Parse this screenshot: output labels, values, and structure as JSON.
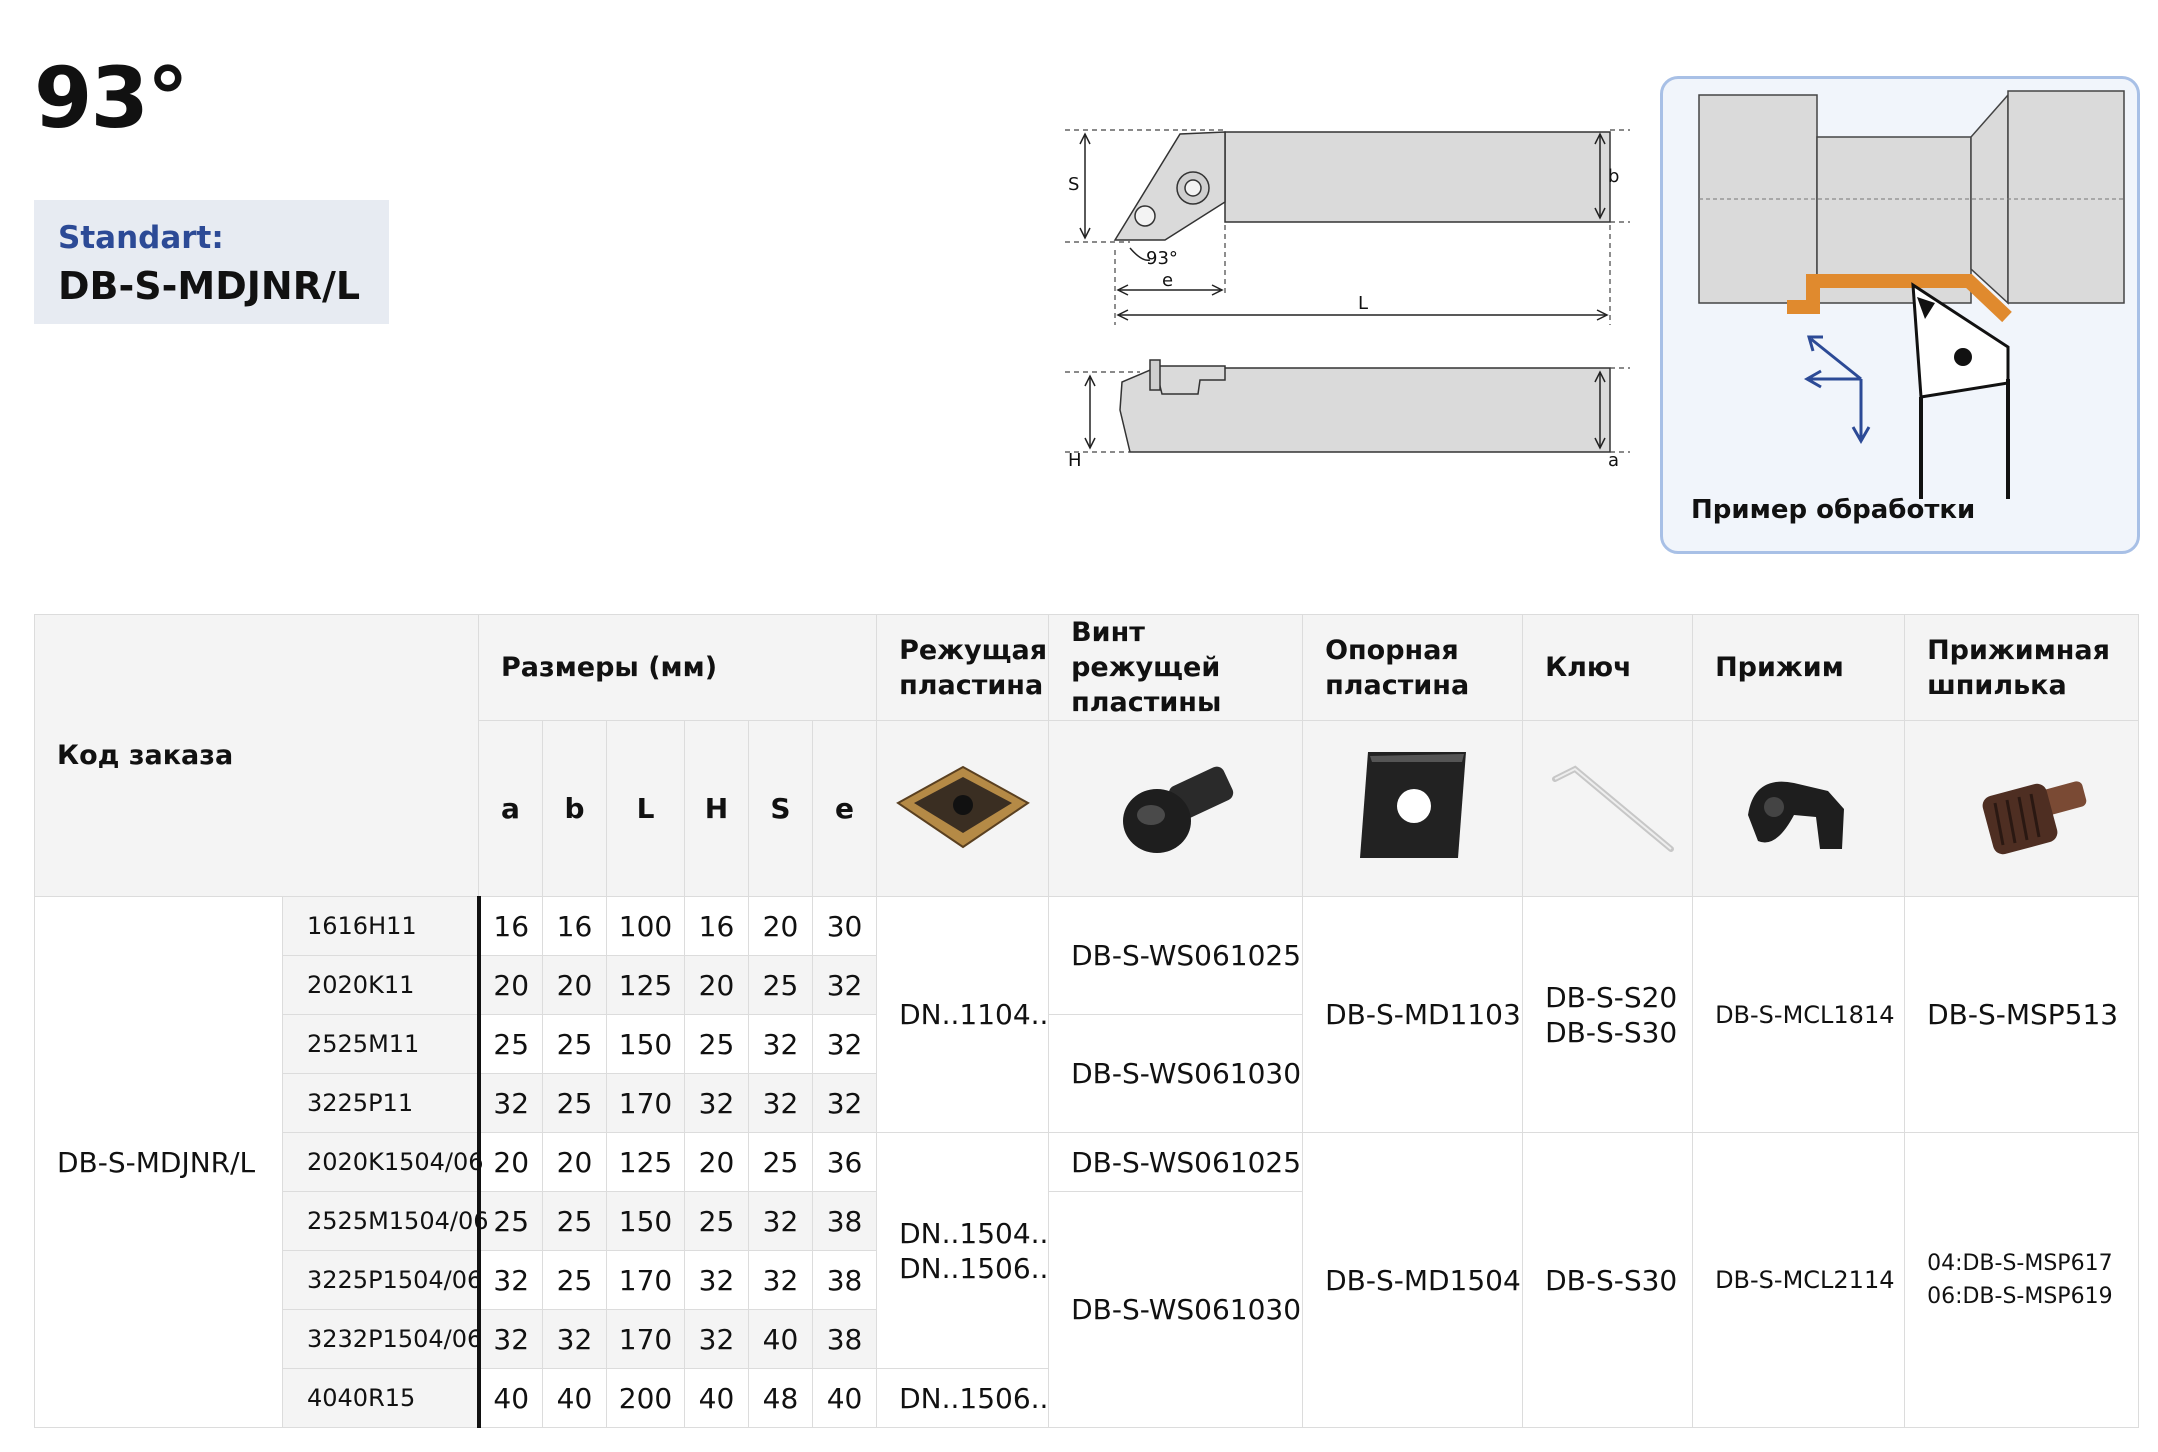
{
  "header": {
    "angle": "93°",
    "standard_label": "Standart:",
    "standard_code": "DB-S-MDJNR/L"
  },
  "drawing": {
    "labels": {
      "s": "S",
      "b": "b",
      "angle": "93°",
      "e": "e",
      "L": "L",
      "H": "H",
      "a": "a"
    }
  },
  "example": {
    "label": "Пример обработки"
  },
  "table": {
    "order_header": "Код заказа",
    "dims_header": "Размеры (мм)",
    "dim_cols": [
      "a",
      "b",
      "L",
      "H",
      "S",
      "e"
    ],
    "part_headers": [
      "Режущая\nпластина",
      "Винт режущей\nпластины",
      "Опорная\nпластина",
      "Ключ",
      "Прижим",
      "Прижимная\nшпилька"
    ],
    "part_icons": [
      "insert-icon",
      "insert-screw-icon",
      "shim-plate-icon",
      "hex-key-icon",
      "clamp-icon",
      "clamp-pin-icon"
    ],
    "family": "DB-S-MDJNR/L",
    "rows": [
      {
        "code": "1616H11",
        "dims": [
          "16",
          "16",
          "100",
          "16",
          "20",
          "30"
        ]
      },
      {
        "code": "2020K11",
        "dims": [
          "20",
          "20",
          "125",
          "20",
          "25",
          "32"
        ]
      },
      {
        "code": "2525M11",
        "dims": [
          "25",
          "25",
          "150",
          "25",
          "32",
          "32"
        ]
      },
      {
        "code": "3225P11",
        "dims": [
          "32",
          "25",
          "170",
          "32",
          "32",
          "32"
        ]
      },
      {
        "code": "2020K1504/06",
        "dims": [
          "20",
          "20",
          "125",
          "20",
          "25",
          "36"
        ]
      },
      {
        "code": "2525M1504/06",
        "dims": [
          "25",
          "25",
          "150",
          "25",
          "32",
          "38"
        ]
      },
      {
        "code": "3225P1504/06",
        "dims": [
          "32",
          "25",
          "170",
          "32",
          "32",
          "38"
        ]
      },
      {
        "code": "3232P1504/06",
        "dims": [
          "32",
          "32",
          "170",
          "32",
          "40",
          "38"
        ]
      },
      {
        "code": "4040R15",
        "dims": [
          "40",
          "40",
          "200",
          "40",
          "48",
          "40"
        ]
      }
    ],
    "parts": {
      "insert_g1": "DN..1104..",
      "insert_g2": "DN..1504..\nDN..1506..",
      "insert_g3": "DN..1506..",
      "screw_a": "DB-S-WS061025",
      "screw_b": "DB-S-WS061030",
      "screw_c": "DB-S-WS061025",
      "screw_d": "DB-S-WS061030",
      "shim_1": "DB-S-MD1103",
      "shim_2": "DB-S-MD1504",
      "key_1": "DB-S-S20\nDB-S-S30",
      "key_2": "DB-S-S30",
      "clamp_1": "DB-S-MCL1814",
      "clamp_2": "DB-S-MCL2114",
      "pin_1": "DB-S-MSP513",
      "pin_2": "04:DB-S-MSP617\n06:DB-S-MSP619"
    }
  }
}
